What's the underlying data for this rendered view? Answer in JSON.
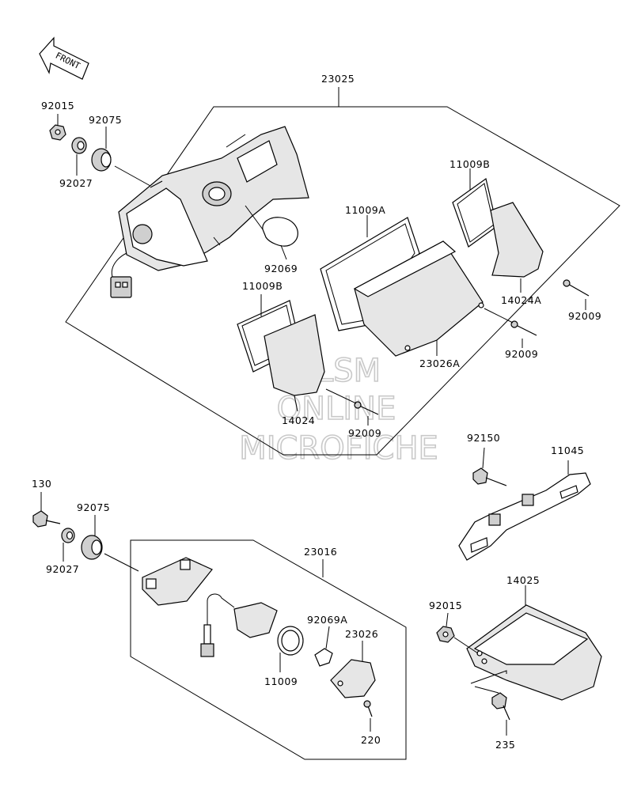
{
  "front_arrow": {
    "text": "FRONT"
  },
  "watermark": {
    "line1": "HLSM",
    "line2": "ONLINE",
    "line3": "MICROFICHE"
  },
  "labels": {
    "p23025": "23025",
    "p92015_top": "92015",
    "p92075_top": "92075",
    "p92027_top": "92027",
    "p92069": "92069",
    "p11009B_top": "11009B",
    "p11009A": "11009A",
    "p11009B_left": "11009B",
    "p14024A": "14024A",
    "p92009_r": "92009",
    "p92009_m": "92009",
    "p23026A": "23026A",
    "p14024": "14024",
    "p92009_b": "92009",
    "p92150": "92150",
    "p11045": "11045",
    "p130": "130",
    "p92075_bot": "92075",
    "p92027_bot": "92027",
    "p23016": "23016",
    "p92069A": "92069A",
    "p23026": "23026",
    "p11009": "11009",
    "p220": "220",
    "p14025": "14025",
    "p92015_bot": "92015",
    "p235": "235"
  }
}
